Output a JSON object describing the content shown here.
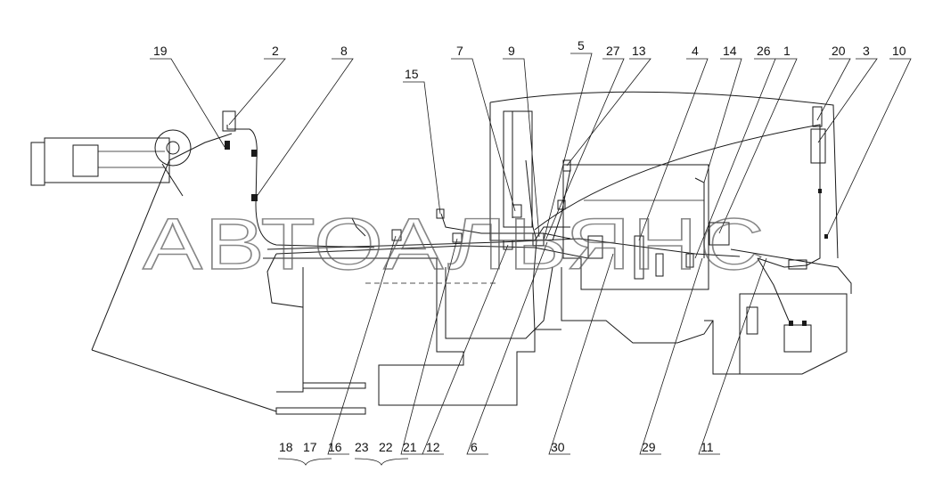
{
  "watermark": "АВТОАЛЬЯНС",
  "callouts_top": [
    "19",
    "2",
    "8",
    "15",
    "7",
    "9",
    "5",
    "27",
    "13",
    "4",
    "14",
    "26",
    "1",
    "20",
    "3",
    "10"
  ],
  "callouts_bottom": [
    "18",
    "17",
    "16",
    "23",
    "22",
    "21",
    "12",
    "6",
    "30",
    "29",
    "11"
  ],
  "colors": {
    "ink": "#1a1a1a",
    "background": "#ffffff"
  }
}
